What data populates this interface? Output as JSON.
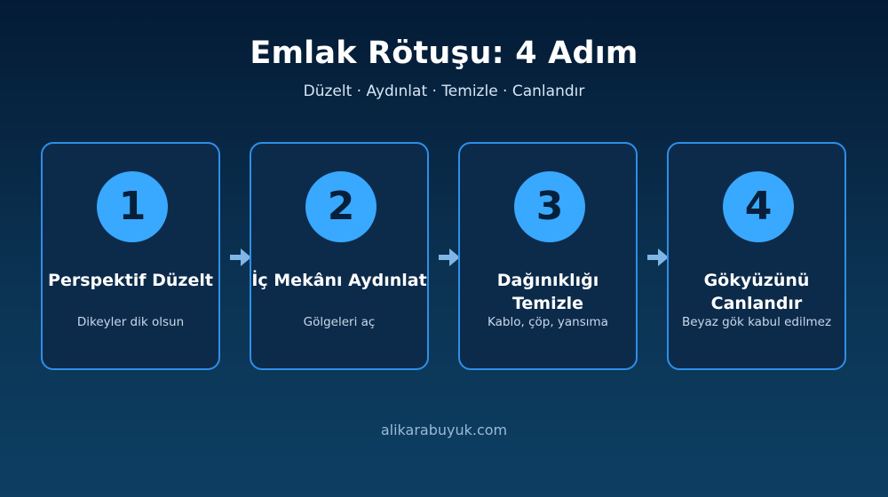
{
  "title": "Emlak Rötuşu: 4 Adım",
  "subtitle": "Düzelt · Aydınlat · Temizle · Canlandır",
  "steps": [
    {
      "number": "1",
      "title_line1": "Perspektif Düzelt",
      "title_line2": "",
      "desc": "Dikeyler dik olsun"
    },
    {
      "number": "2",
      "title_line1": "İç Mekânı Aydınlat",
      "title_line2": "",
      "desc": "Gölgeleri aç"
    },
    {
      "number": "3",
      "title_line1": "Dağınıklığı",
      "title_line2": "Temizle",
      "desc": "Kablo, çöp, yansıma"
    },
    {
      "number": "4",
      "title_line1": "Gökyüzünü",
      "title_line2": "Canlandır",
      "desc": "Beyaz gök kabul edilmez"
    }
  ],
  "footer": "alikarabuyuk.com",
  "colors": {
    "accent": "#39a8ff",
    "card_border": "#2f8fe6",
    "card_bg": "#0c2b4b",
    "arrow": "#7fb6e6"
  }
}
